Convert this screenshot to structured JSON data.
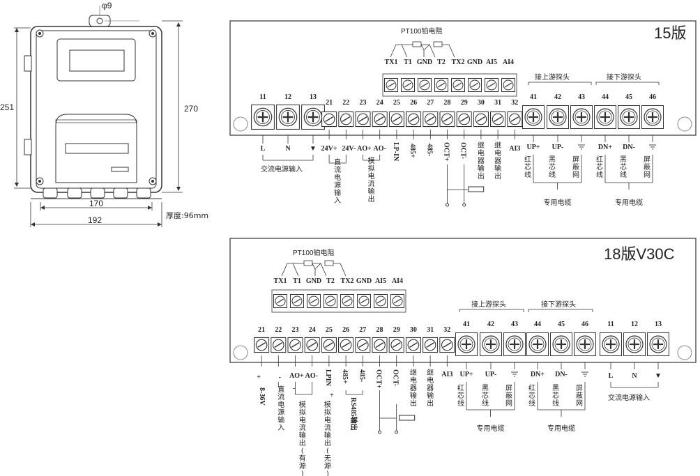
{
  "device": {
    "hole_label": "φ9",
    "height_outer": "270",
    "height_inner": "251",
    "width_inner": "170",
    "width_outer": "192",
    "depth": "厚度:96mm"
  },
  "panel15": {
    "version": "15版",
    "pt100": "PT100铂电阻",
    "top_terms": [
      "TX1",
      "T1",
      "GND",
      "T2",
      "TX2",
      "GND",
      "AI5",
      "AI4"
    ],
    "up_probe": "接上游探头",
    "down_probe": "接下游探头",
    "big_numbers": [
      "11",
      "12",
      "13"
    ],
    "small_numbers": [
      "21",
      "22",
      "23",
      "24",
      "25",
      "26",
      "27",
      "28",
      "29",
      "30",
      "31",
      "32"
    ],
    "probe_numbers": [
      "41",
      "42",
      "43",
      "44",
      "45",
      "46"
    ],
    "ac_labels": [
      "L",
      "N",
      "▼"
    ],
    "ac_input": "交流电源输入",
    "bottom": [
      "24V+",
      "24V-",
      "AO+",
      "AO-",
      "LP-IN",
      "485+",
      "485-",
      "OCT+",
      "OCT-",
      "继电器输出",
      "继电器输出",
      "AI3"
    ],
    "dc_input": "直流电源输入",
    "analog_out": "模拟电流输出",
    "probe_labels": [
      "UP+",
      "UP-",
      "⏚",
      "DN+",
      "DN-",
      "⏚"
    ],
    "wire_colors": [
      "红芯线",
      "黑芯线",
      "屏蔽网",
      "红芯线",
      "黑芯线",
      "屏蔽网"
    ],
    "cable": "专用电缆"
  },
  "panel18": {
    "version": "18版V30C",
    "pt100": "PT100铂电阻",
    "top_terms": [
      "TX1",
      "T1",
      "GND",
      "T2",
      "TX2",
      "GND",
      "AI5",
      "AI4"
    ],
    "up_probe": "接上游探头",
    "down_probe": "接下游探头",
    "small_numbers": [
      "21",
      "22",
      "23",
      "24",
      "25",
      "26",
      "27",
      "28",
      "29",
      "30",
      "31",
      "32"
    ],
    "probe_numbers": [
      "41",
      "42",
      "43",
      "44",
      "45",
      "46"
    ],
    "big_numbers": [
      "11",
      "12",
      "13"
    ],
    "plus": "+",
    "minus": "-",
    "voltage": "8-36V",
    "dc_input": "直流电源输入",
    "ao_labels": "AO+ AO-",
    "lpin": "LPIN",
    "analog_active": "模拟电流输出(有源)",
    "analog_passive": "模拟电流输出(无源)",
    "rs485_plus": "485+",
    "rs485_minus": "485-",
    "rs485_out": "RS485输出",
    "oct_plus": "OCT+",
    "oct_minus": "OCT-",
    "relay": "继电器输出",
    "ai3": "AI3",
    "probe_labels": [
      "UP+",
      "UP-",
      "⏚",
      "DN+",
      "DN-",
      "⏚"
    ],
    "wire_colors": [
      "红芯线",
      "黑芯线",
      "屏蔽网",
      "红芯线",
      "黑芯线",
      "屏蔽网"
    ],
    "cable": "专用电缆",
    "ac_labels": [
      "L",
      "N",
      "▼"
    ],
    "ac_input": "交流电源输入"
  }
}
